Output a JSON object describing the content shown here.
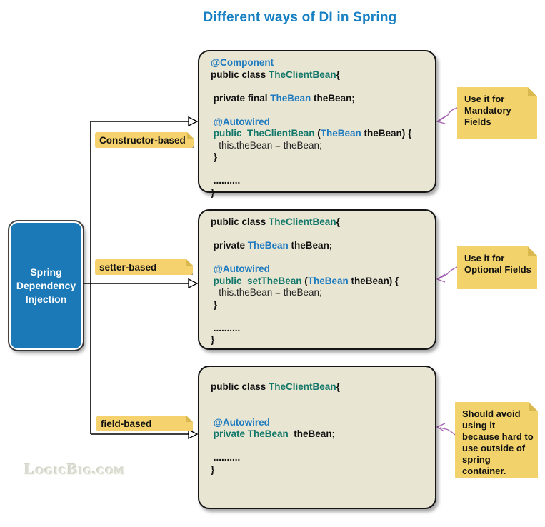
{
  "title": "Different ways of DI in Spring",
  "colors": {
    "title": "#1780c2",
    "accent_blue": "#1b79b7",
    "code_bg": "#e9e5d3",
    "sticky_yellow": "#f2d36b",
    "label_yellow": "#f5d26d",
    "fold_yellow": "#d9b850",
    "tok_blue": "#1e7bbf",
    "tok_teal": "#13786a",
    "connector_purple": "#a661b5"
  },
  "root": {
    "label": "Spring\nDependency\nInjection"
  },
  "branches": [
    {
      "label": "Constructor-based",
      "note": "Use it for Mandatory Fields"
    },
    {
      "label": "setter-based",
      "note": "Use it for Optional Fields"
    },
    {
      "label": "field-based",
      "note": "Should avoid using it because hard to use outside of spring container."
    }
  ],
  "code_boxes": [
    {
      "lines": [
        [
          {
            "t": "@Component",
            "c": "blue"
          }
        ],
        [
          {
            "t": "public class ",
            "c": "black"
          },
          {
            "t": "TheClientBean",
            "c": "teal"
          },
          {
            "t": "{",
            "c": "black"
          }
        ],
        [],
        [
          {
            "t": " private final ",
            "c": "black"
          },
          {
            "t": "TheBean",
            "c": "blue"
          },
          {
            "t": " theBean;",
            "c": "black"
          }
        ],
        [],
        [
          {
            "t": " @Autowired",
            "c": "blue"
          }
        ],
        [
          {
            "t": " public  TheClientBean ",
            "c": "teal"
          },
          {
            "t": "(",
            "c": "black"
          },
          {
            "t": "TheBean",
            "c": "blue"
          },
          {
            "t": " theBean) {",
            "c": "black"
          }
        ],
        [
          {
            "t": "   this.theBean = theBean;",
            "c": "plain"
          }
        ],
        [
          {
            "t": " }",
            "c": "black"
          }
        ],
        [],
        [
          {
            "t": " ..........",
            "c": "black"
          }
        ],
        [
          {
            "t": "}",
            "c": "black"
          }
        ]
      ]
    },
    {
      "lines": [
        [
          {
            "t": "public class ",
            "c": "black"
          },
          {
            "t": "TheClientBean",
            "c": "teal"
          },
          {
            "t": "{",
            "c": "black"
          }
        ],
        [],
        [
          {
            "t": " private ",
            "c": "black"
          },
          {
            "t": "TheBean",
            "c": "blue"
          },
          {
            "t": " theBean;",
            "c": "black"
          }
        ],
        [],
        [
          {
            "t": " @Autowired",
            "c": "blue"
          }
        ],
        [
          {
            "t": " public  setTheBean ",
            "c": "teal"
          },
          {
            "t": "(",
            "c": "black"
          },
          {
            "t": "TheBean",
            "c": "blue"
          },
          {
            "t": " theBean) {",
            "c": "black"
          }
        ],
        [
          {
            "t": "   this.theBean = theBean;",
            "c": "plain"
          }
        ],
        [
          {
            "t": " }",
            "c": "black"
          }
        ],
        [],
        [
          {
            "t": " ..........",
            "c": "black"
          }
        ],
        [
          {
            "t": "}",
            "c": "black"
          }
        ]
      ]
    },
    {
      "lines": [
        [
          {
            "t": "public class ",
            "c": "black"
          },
          {
            "t": "TheClientBean",
            "c": "teal"
          },
          {
            "t": "{",
            "c": "black"
          }
        ],
        [],
        [],
        [
          {
            "t": " @Autowired",
            "c": "blue"
          }
        ],
        [
          {
            "t": " private TheBean ",
            "c": "teal"
          },
          {
            "t": " theBean;",
            "c": "black"
          }
        ],
        [],
        [
          {
            "t": " ..........",
            "c": "black"
          }
        ],
        [
          {
            "t": "}",
            "c": "black"
          }
        ]
      ]
    }
  ],
  "watermark": "LogicBig.com"
}
